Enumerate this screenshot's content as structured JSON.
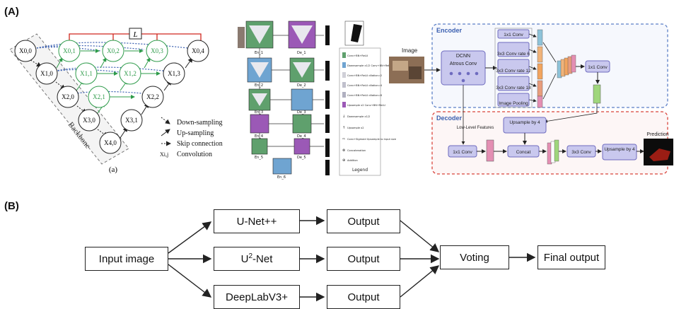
{
  "panel_a": {
    "label": "(A)",
    "unetpp": {
      "nodes": [
        "X0,0",
        "X1,0",
        "X2,0",
        "X3,0",
        "X4,0",
        "X0,1",
        "X1,1",
        "X2,1",
        "X3,1",
        "X0,2",
        "X1,2",
        "X2,2",
        "X0,3",
        "X1,3",
        "X0,4"
      ],
      "loss_label": "L",
      "backbone_label": "Backbone",
      "legend": [
        "Down-sampling",
        "Up-sampling",
        "Skip connection",
        "Convolution"
      ],
      "legend_conv_symbol": "Xi,j",
      "caption": "(a)"
    },
    "u2net": {
      "encoders": [
        "En_1",
        "En_2",
        "En_3",
        "En_4",
        "En_5",
        "En_6"
      ],
      "decoders": [
        "De_1",
        "De_2",
        "De_3",
        "De_4",
        "De_5"
      ],
      "legend_title": "Legend",
      "legend_items": [
        "Conv+BN+ReLU",
        "Downsample x1/2 Conv+BN+ReLU",
        "Conv+BN+ReLU dilation=2",
        "Conv+BN+ReLU dilation=4",
        "Conv+BN+ReLU dilation=8",
        "Upsample x2 Conv+BN+ReLU",
        "Downsample x1/2",
        "Upsample x2",
        "Conv+Sigmoid Upsample to input size",
        "Concatenation",
        "Addition"
      ]
    },
    "deeplab": {
      "image_label": "Image",
      "encoder_label": "Encoder",
      "decoder_label": "Decoder",
      "dcnn_label": "DCNN",
      "atrous_label": "Atrous Conv",
      "aspp": [
        "1x1 Conv",
        "3x3 Conv rate 6",
        "3x3 Conv rate 12",
        "3x3 Conv rate 18",
        "Image Pooling"
      ],
      "enc_out_conv": "1x1 Conv",
      "low_level_label": "Low-Level Features",
      "upsample1": "Upsample by 4",
      "dec_conv1": "1x1 Conv",
      "concat": "Concat",
      "dec_conv3": "3x3 Conv",
      "upsample2": "Upsample by 4",
      "prediction_label": "Prediction"
    }
  },
  "panel_b": {
    "label": "(B)",
    "input": "Input image",
    "models": [
      "U-Net++",
      "U2-Net",
      "DeepLabV3+"
    ],
    "outputs": [
      "Output",
      "Output",
      "Output"
    ],
    "voting": "Voting",
    "final": "Final output"
  },
  "colors": {
    "green_node": "#2e9b4a",
    "skip_blue": "#3a5fb0",
    "loss_red": "#d0261d",
    "encoder_border": "#5b7fc7",
    "decoder_border": "#d9433b",
    "deeplab_box": "#c9c8ee",
    "deeplab_box_border": "#6e6bbf"
  }
}
